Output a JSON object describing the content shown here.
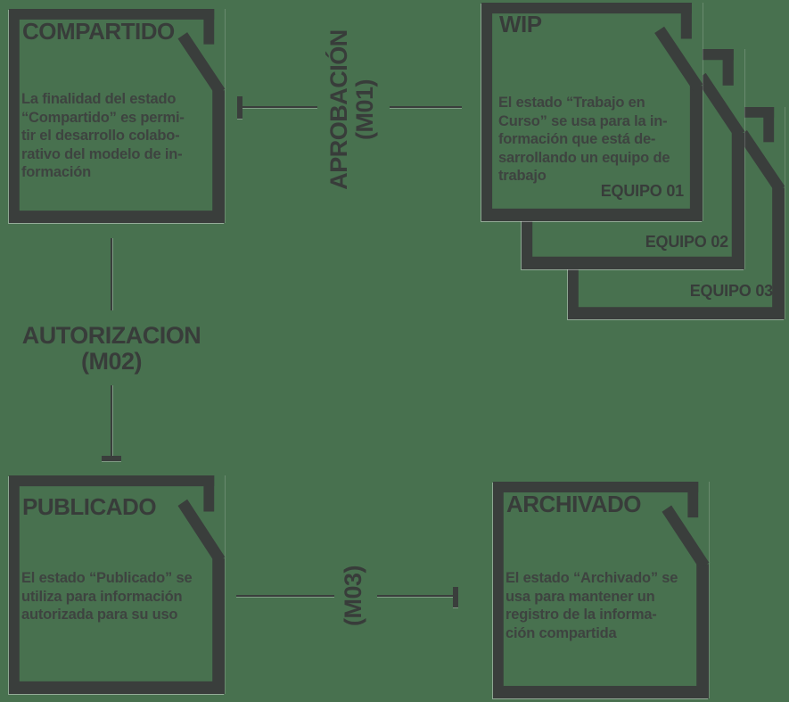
{
  "palette": {
    "background": "#48714F",
    "ink": "#3A3E3C"
  },
  "nodes": {
    "compartido": {
      "title": "COMPARTIDO",
      "body": "La finalidad del estado\n“Compartido” es permi-\ntir el desarrollo colabo-\nrativo del modelo de in-\nformación"
    },
    "wip": {
      "title": "WIP",
      "body": "El estado “Trabajo en\nCurso” se usa para la in-\nformación que está de-\nsarrollando un equipo de\ntrabajo",
      "badge": "EQUIPO 01",
      "stack": [
        "EQUIPO 02",
        "EQUIPO 03"
      ]
    },
    "publicado": {
      "title": "PUBLICADO",
      "body": "El estado “Publicado” se\nutiliza para información\nautorizada para su uso"
    },
    "archivado": {
      "title": "ARCHIVADO",
      "body": "El estado “Archivado” se\nusa para mantener un\nregistro de la informa-\nción compartida"
    }
  },
  "transitions": {
    "aprobacion": {
      "label": "APROBACIÓN\n(M01)"
    },
    "autorizacion": {
      "label": "AUTORIZACION\n(M02)"
    },
    "m03": {
      "label": "(M03)"
    }
  }
}
